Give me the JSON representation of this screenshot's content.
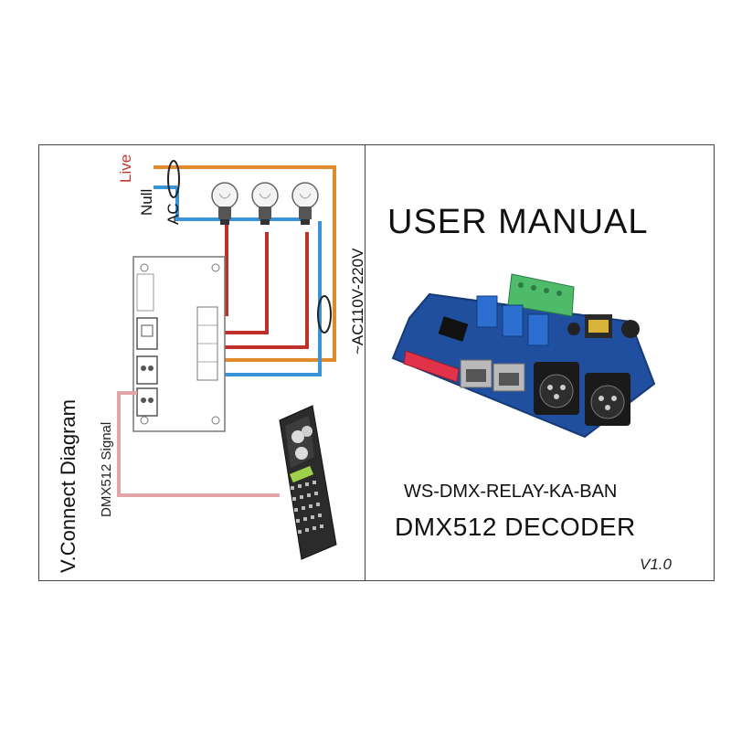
{
  "manual": {
    "title": "USER MANUAL",
    "model": "WS-DMX-RELAY-KA-BAN",
    "product": "DMX512 DECODER",
    "version": "V1.0"
  },
  "diagram": {
    "title": "V.Connect Diagram",
    "signal_label": "DMX512 Signal",
    "wires": {
      "live": "Live",
      "null": "Null",
      "ac": "AC"
    },
    "voltage": "~AC110V-220V"
  },
  "colors": {
    "live_wire": "#e08a2c",
    "null_wire": "#3a95d8",
    "relay_wire": "#c0302a",
    "signal_wire": "#e3a4a8",
    "pcb": "#1f4f9e",
    "terminal": "#4dbb6a",
    "dip": "#e0334a"
  }
}
